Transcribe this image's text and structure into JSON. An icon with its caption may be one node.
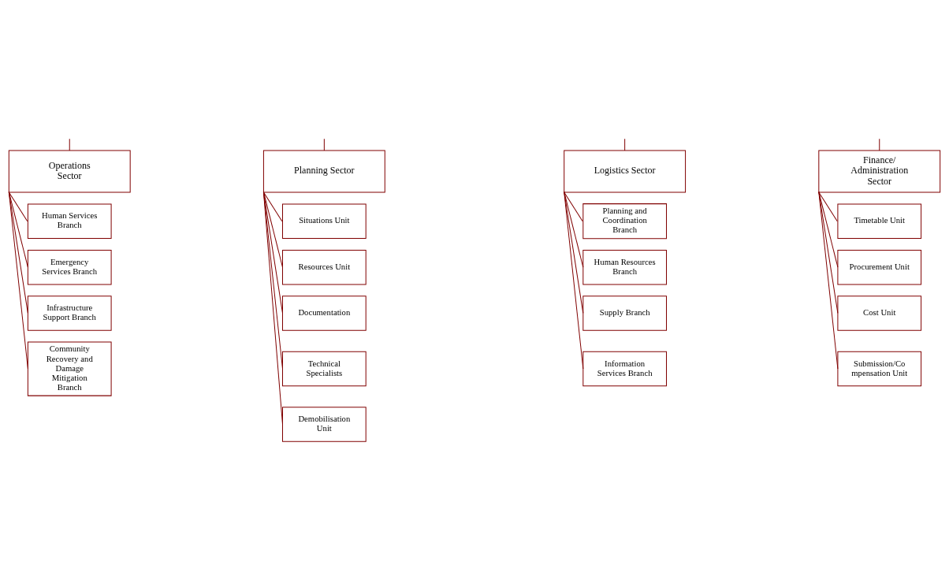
{
  "diagram": {
    "nodes": [
      {
        "text": [
          "Operations Sector"
        ]
      },
      {
        "text": [
          "Human Services Branch"
        ]
      },
      {
        "text": [
          "Emergency Services Branch"
        ]
      },
      {
        "text": [
          "Infrastructure Support Branch"
        ]
      },
      {
        "text": [
          "Community Recovery and Damage Mitigation Branch"
        ]
      },
      {
        "text": [
          "Planning Sector"
        ]
      },
      {
        "text": [
          "Situations Unit"
        ]
      },
      {
        "text": [
          "Resources Unit"
        ]
      },
      {
        "text": [
          "Documentation"
        ]
      },
      {
        "text": [
          "Technical Specialists"
        ]
      },
      {
        "text": [
          "Demobilisation Unit"
        ]
      },
      {
        "text": [
          "Logistics Sector"
        ]
      },
      {
        "text": [
          "Planning and Coordination Branch"
        ]
      },
      {
        "text": [
          "Human Resources Branch"
        ]
      },
      {
        "text": [
          "Supply Branch"
        ]
      },
      {
        "text": [
          "Information Services Branch"
        ]
      },
      {
        "text": [
          "Finance/ Administration Sector"
        ]
      },
      {
        "text": [
          "Timetable Unit"
        ]
      },
      {
        "text": [
          "Procurement Unit"
        ]
      },
      {
        "text": [
          "Cost Unit"
        ]
      },
      {
        "text": [
          "Submission/Co mpensation Unit"
        ]
      }
    ],
    "edges": [
      {
        "from": null,
        "to": 0,
        "arrow": "none"
      },
      {
        "from": null,
        "to": 5,
        "arrow": "none"
      },
      {
        "from": null,
        "to": 11,
        "arrow": "none"
      },
      {
        "from": null,
        "to": 16,
        "arrow": "none"
      },
      {
        "from": 0,
        "to": 1,
        "arrow": "none"
      },
      {
        "from": 0,
        "to": 2,
        "arrow": "none"
      },
      {
        "from": 0,
        "to": 3,
        "arrow": "none"
      },
      {
        "from": 0,
        "to": 4,
        "arrow": "none"
      },
      {
        "from": 5,
        "to": 6,
        "arrow": "none"
      },
      {
        "from": 5,
        "to": 7,
        "arrow": "none"
      },
      {
        "from": 5,
        "to": 8,
        "arrow": "none"
      },
      {
        "from": 5,
        "to": 9,
        "arrow": "none"
      },
      {
        "from": 5,
        "to": 10,
        "arrow": "none"
      },
      {
        "from": 11,
        "to": 12,
        "arrow": "none"
      },
      {
        "from": 11,
        "to": 13,
        "arrow": "none"
      },
      {
        "from": 11,
        "to": 14,
        "arrow": "none"
      },
      {
        "from": 11,
        "to": 15,
        "arrow": "none"
      },
      {
        "from": 16,
        "to": 17,
        "arrow": "none"
      },
      {
        "from": 16,
        "to": 18,
        "arrow": "none"
      },
      {
        "from": 16,
        "to": 19,
        "arrow": "none"
      },
      {
        "from": 16,
        "to": 20,
        "arrow": "none"
      }
    ]
  }
}
